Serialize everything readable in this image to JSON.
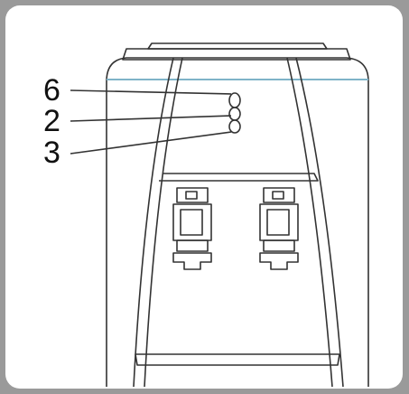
{
  "callouts": [
    {
      "label": "6"
    },
    {
      "label": "2"
    },
    {
      "label": "3"
    }
  ],
  "colors": {
    "outer_border": "#9a9a9a",
    "panel": "#ffffff",
    "line": "#333333",
    "accent_line": "#7fb3c8"
  }
}
